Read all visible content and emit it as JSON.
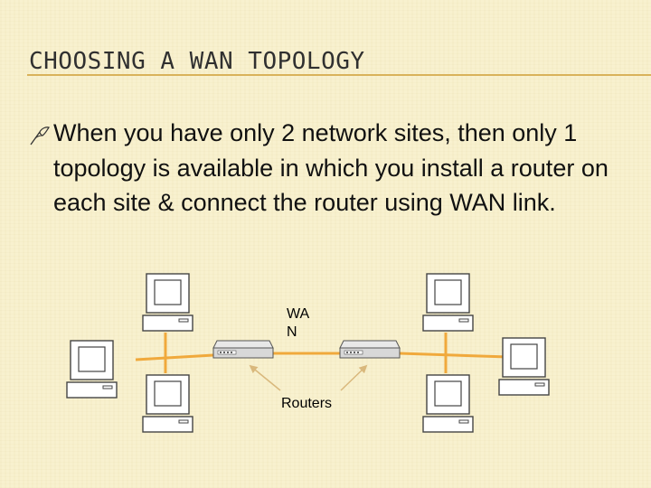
{
  "slide": {
    "title": "CHOOSING A WAN TOPOLOGY",
    "bullet_icon": "flag-bullet-icon",
    "bullet_text": "When you have only 2 network sites, then only 1 topology is available in which you install a router on each site & connect the router using WAN link."
  },
  "diagram": {
    "wan_label": "WA N",
    "routers_label": "Routers",
    "computer_icon": "computer-icon",
    "router_icon": "router-icon",
    "link_color": "#f0a93c",
    "arrow_color": "#d9b87c"
  }
}
